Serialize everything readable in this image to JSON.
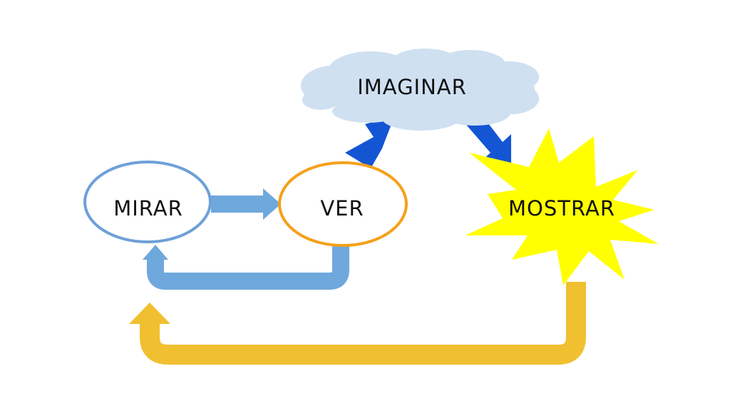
{
  "nodes": {
    "mirar": {
      "label": "MIRAR"
    },
    "ver": {
      "label": "VER"
    },
    "imaginar": {
      "label": "IMAGINAR"
    },
    "mostrar": {
      "label": "MOSTRAR"
    }
  },
  "colors": {
    "mirar_border": "#6fa0d8",
    "ver_border": "#f5a01a",
    "cloud_fill": "#cfe0f1",
    "star_fill": "#ffff00",
    "arrow_light_blue": "#6fa8dc",
    "arrow_dark_blue": "#1455d4",
    "arrow_gold": "#f0c030"
  }
}
